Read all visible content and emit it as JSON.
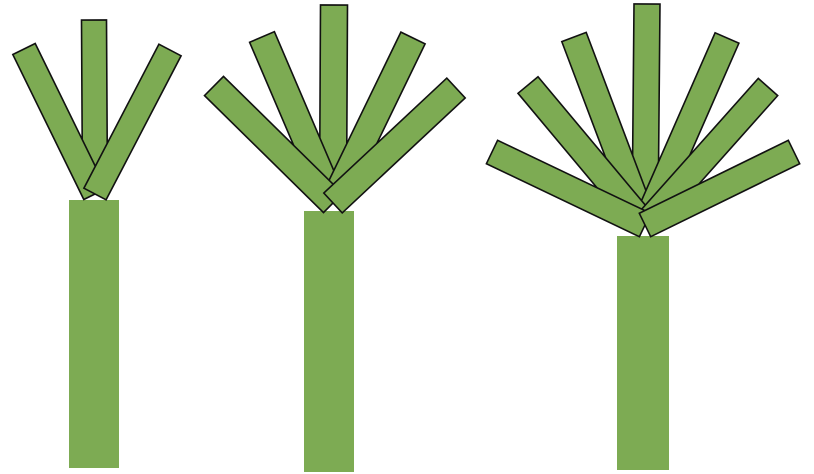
{
  "colors": {
    "fill": "#7dab53",
    "stroke": "#111111",
    "background": "#ffffff"
  },
  "figure": {
    "plants": [
      {
        "name": "plant-3-branches",
        "branch_count": 3
      },
      {
        "name": "plant-5-branches",
        "branch_count": 5
      },
      {
        "name": "plant-7-branches",
        "branch_count": 7
      }
    ]
  }
}
